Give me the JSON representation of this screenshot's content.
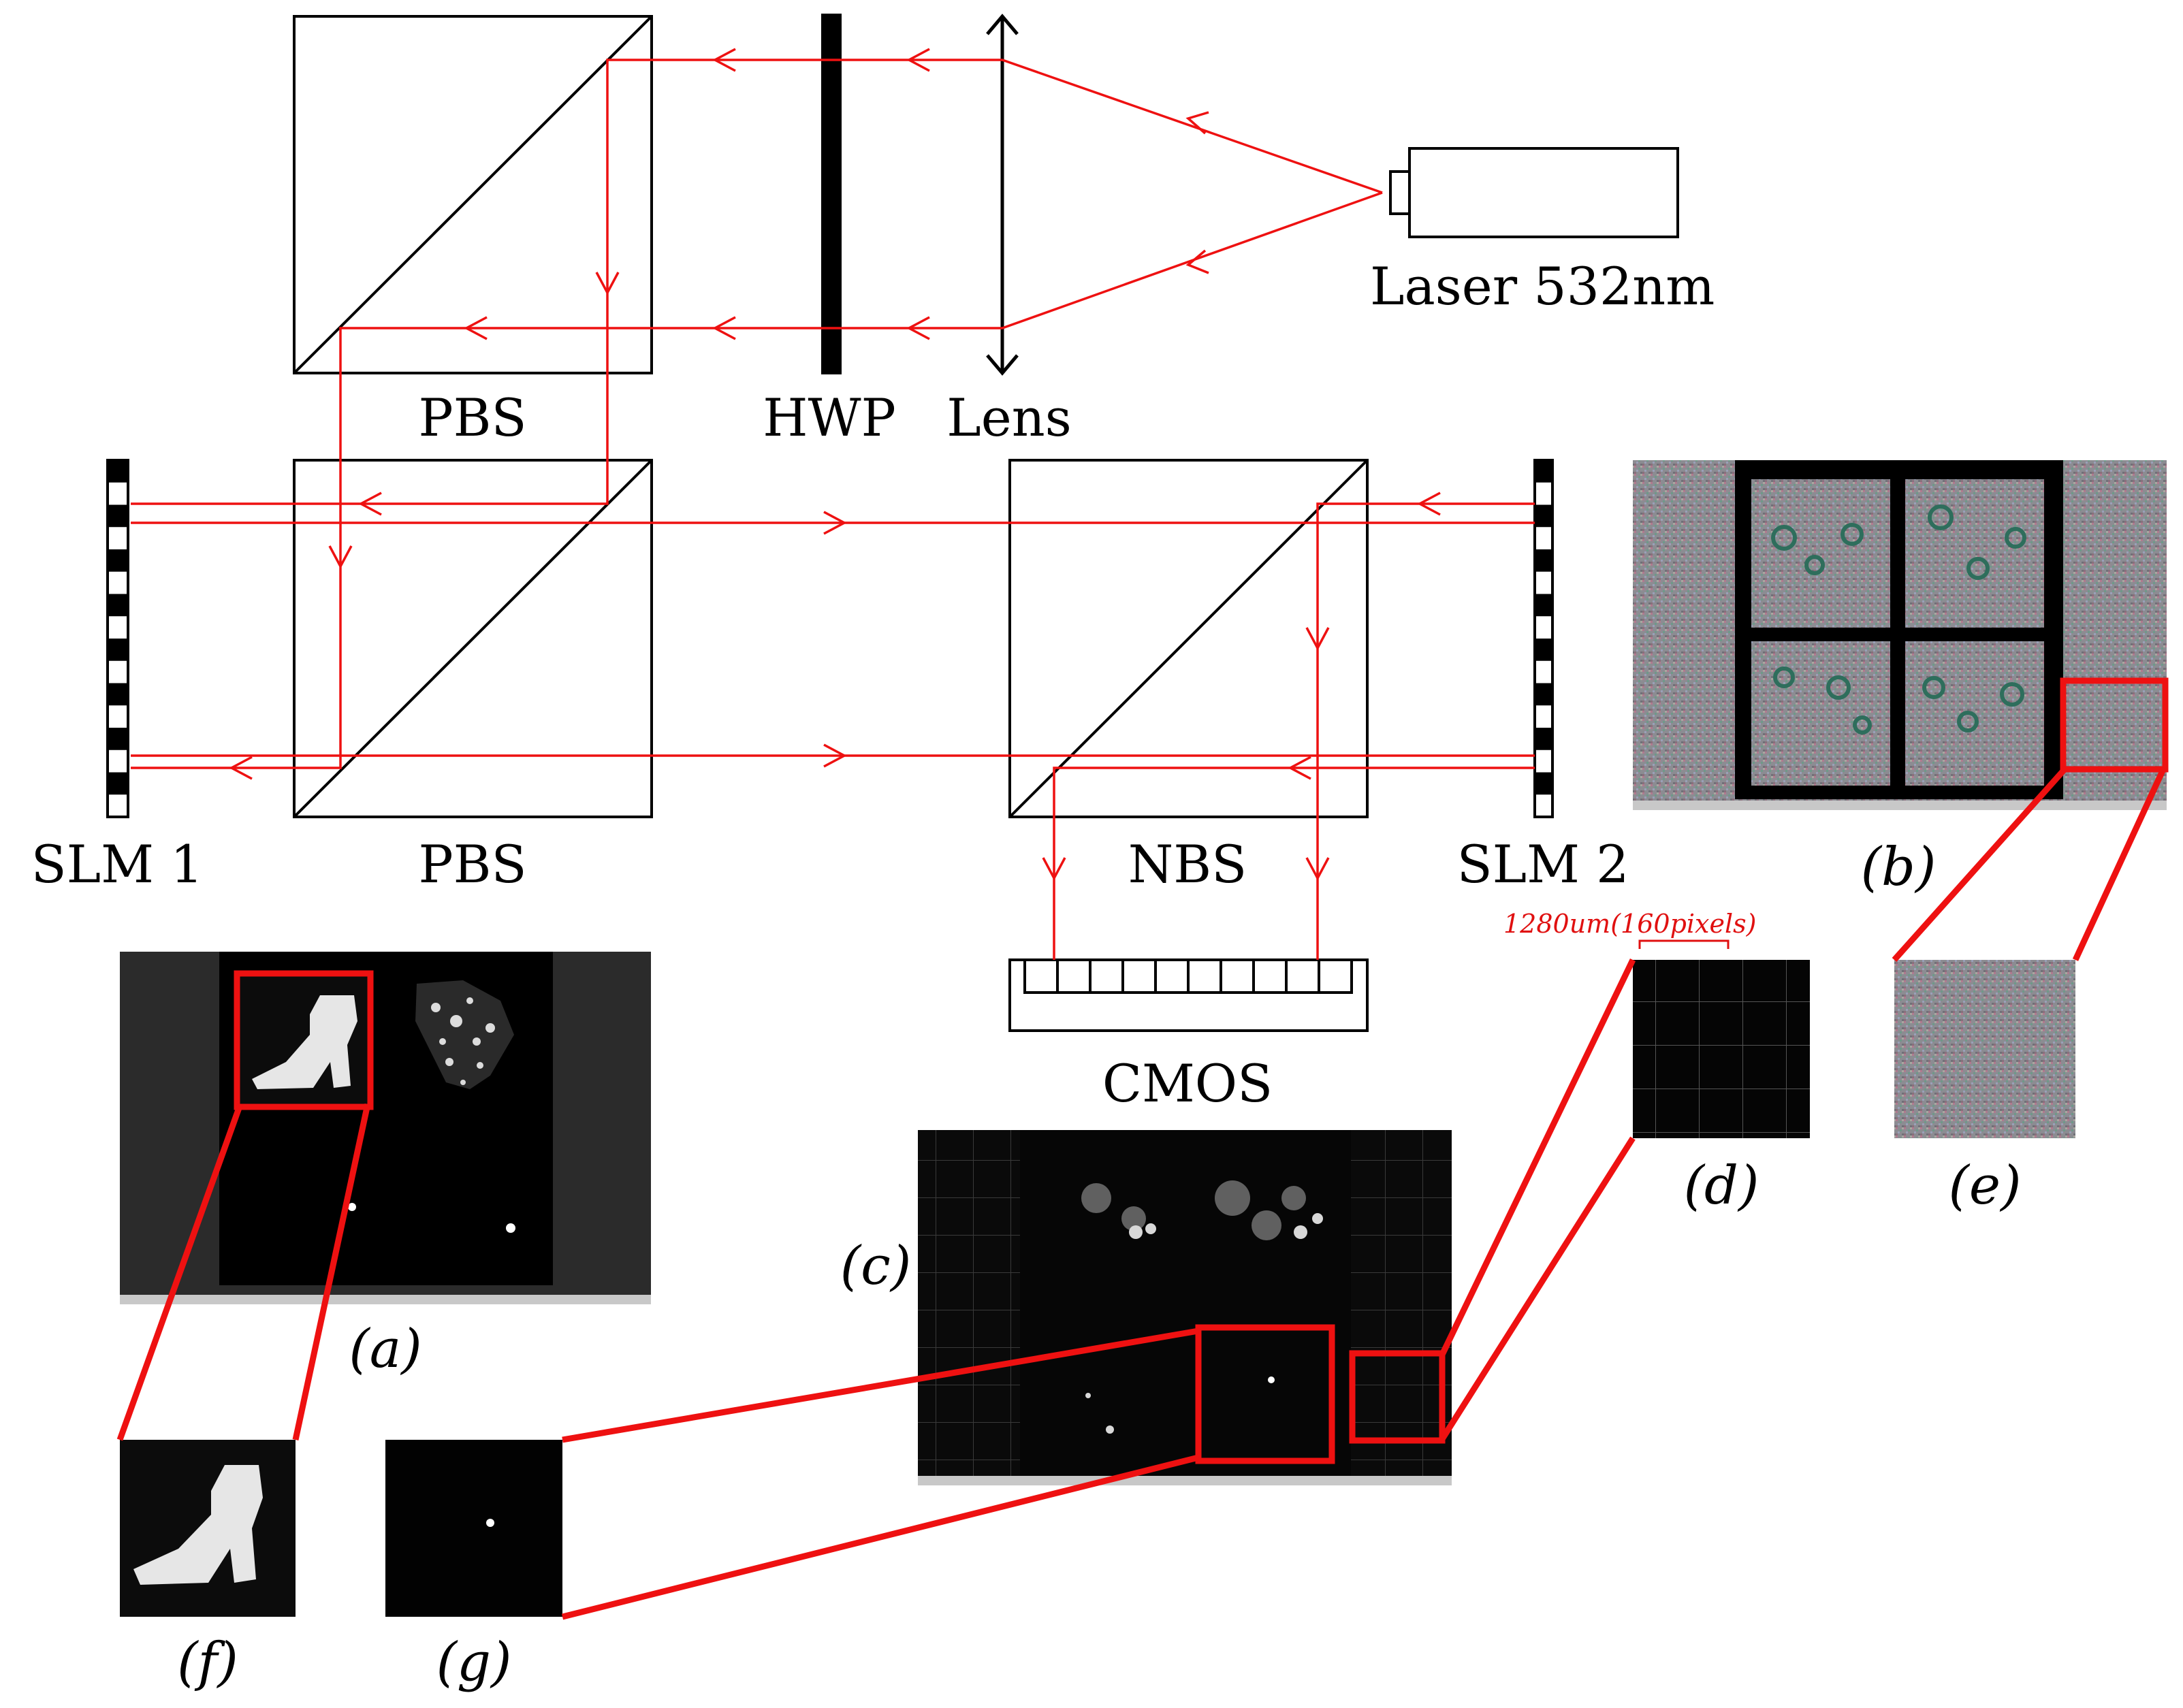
{
  "labels": {
    "laser": "Laser 532nm",
    "pbs_top": "PBS",
    "hwp": "HWP",
    "lens": "Lens",
    "slm1": "SLM 1",
    "pbs_bottom": "PBS",
    "nbs": "NBS",
    "slm2": "SLM 2",
    "cmos": "CMOS"
  },
  "panel_captions": {
    "a": "(a)",
    "b": "(b)",
    "c": "(c)",
    "d": "(d)",
    "e": "(e)",
    "f": "(f)",
    "g": "(g)"
  },
  "scale_note": "1280um(160pixels)",
  "colors": {
    "beam": "#ee1111",
    "highlight": "#ee1111",
    "optics": "#000000",
    "camera_background": "#0a0a0a",
    "slm_phase_noise": "#8a8a94"
  }
}
